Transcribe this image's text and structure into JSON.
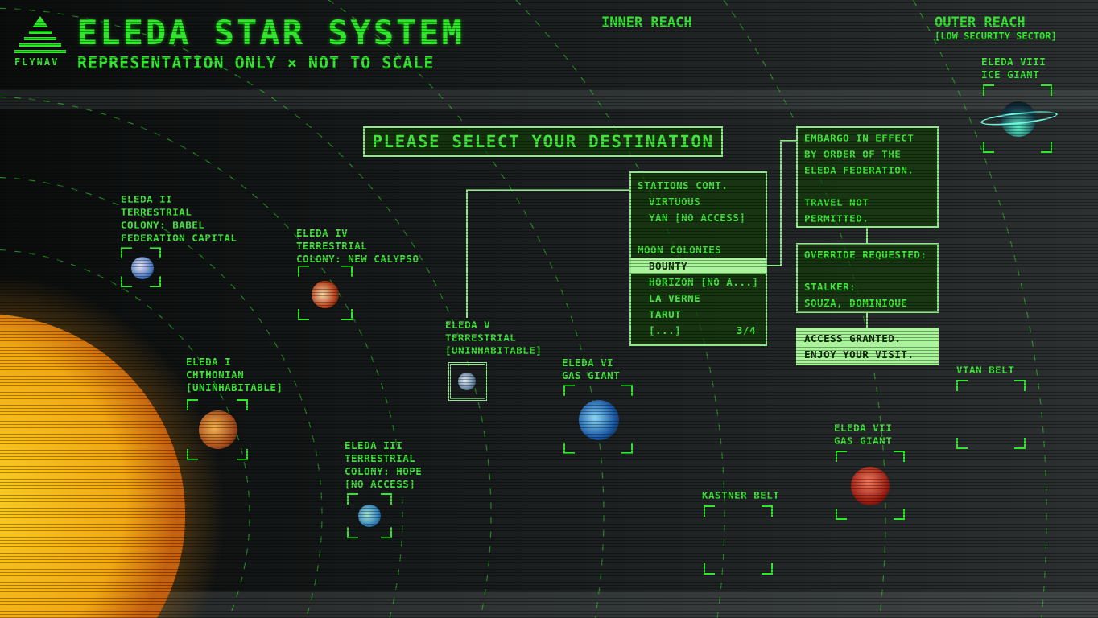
{
  "header": {
    "title": "ELEDA STAR SYSTEM",
    "subtitle": "REPRESENTATION ONLY × NOT TO SCALE",
    "logo_text": "FLYNAV"
  },
  "regions": {
    "inner": "INNER REACH",
    "outer": "OUTER REACH",
    "outer_sub": "[LOW SECURITY SECTOR]"
  },
  "prompt": "PLEASE SELECT YOUR DESTINATION",
  "planets": [
    {
      "name": "ELEDA I",
      "desc": "CHTHONIAN\n[UNINHABITABLE]",
      "colors": [
        "#f7b24a",
        "#a3481a"
      ]
    },
    {
      "name": "ELEDA II",
      "desc": "TERRESTRIAL\nCOLONY: BABEL\nFEDERATION CAPITAL",
      "colors": [
        "#e8e8f8",
        "#3a6ab8"
      ]
    },
    {
      "name": "ELEDA III",
      "desc": "TERRESTRIAL\nCOLONY: HOPE\n[NO ACCESS]",
      "colors": [
        "#a8e8d8",
        "#2a7ab8"
      ]
    },
    {
      "name": "ELEDA IV",
      "desc": "TERRESTRIAL\nCOLONY: NEW CALYPSO",
      "colors": [
        "#f8d8a8",
        "#b8401a"
      ]
    },
    {
      "name": "ELEDA V",
      "desc": "TERRESTRIAL\n[UNINHABITABLE]",
      "colors": [
        "#e8f0f8",
        "#5a7a98"
      ]
    },
    {
      "name": "ELEDA VI",
      "desc": "GAS GIANT",
      "colors": [
        "#8ad8f8",
        "#1a5aa8"
      ]
    },
    {
      "name": "ELEDA VII",
      "desc": "GAS GIANT",
      "colors": [
        "#f8785a",
        "#981a10"
      ]
    },
    {
      "name": "ELEDA VIII",
      "desc": "ICE GIANT",
      "colors": [
        "#5af0c8",
        "#14384a"
      ]
    }
  ],
  "belts": [
    {
      "name": "KASTNER BELT"
    },
    {
      "name": "VTAN BELT"
    }
  ],
  "menu": {
    "section1": "STATIONS CONT.",
    "stations": [
      "VIRTUOUS",
      "YAN [NO ACCESS]"
    ],
    "section2": "MOON COLONIES",
    "moons": [
      "BOUNTY",
      "HORIZON [NO A...]",
      "LA VERNE",
      "TARUT"
    ],
    "more": "[...]",
    "page": "3/4",
    "selected": "BOUNTY"
  },
  "embargo": {
    "lines": [
      "EMBARGO IN EFFECT",
      "BY ORDER OF THE",
      "ELEDA FEDERATION.",
      "",
      "TRAVEL NOT",
      "PERMITTED."
    ]
  },
  "override": {
    "lines": [
      "OVERRIDE REQUESTED:",
      "",
      "STALKER:",
      "SOUZA, DOMINIQUE"
    ]
  },
  "granted": {
    "lines": [
      "ACCESS GRANTED.",
      "ENJOY YOUR VISIT."
    ]
  },
  "colors": {
    "accent": "#2ee82a",
    "panel_border": "#8fe88a",
    "highlight": "#a8f59a",
    "sun": "#f5b80a"
  }
}
